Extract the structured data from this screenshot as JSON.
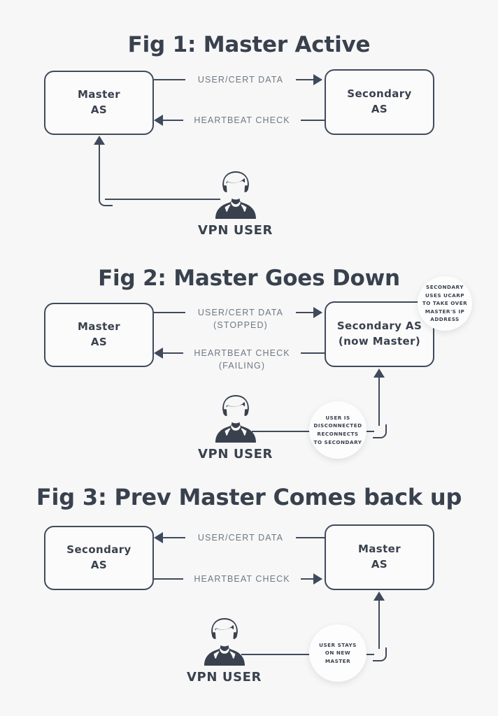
{
  "page": {
    "background": "#f7f7f7",
    "ink": "#39414e",
    "line": "#3f4a5c",
    "label_gray": "#6e7884"
  },
  "figures": [
    {
      "title": "Fig 1: Master Active",
      "left_box": "Master\nAS",
      "right_box": "Secondary\nAS",
      "top_edge_label": "USER/CERT DATA",
      "bottom_edge_label": "HEARTBEAT CHECK",
      "top_edge_direction": "right",
      "bottom_edge_direction": "left",
      "user_label": "VPN USER",
      "user_connects_to": "left_box",
      "bubble": null
    },
    {
      "title": "Fig 2: Master Goes Down",
      "left_box": "Master\nAS",
      "right_box": "Secondary AS\n(now Master)",
      "top_edge_label": "USER/CERT DATA\n(STOPPED)",
      "bottom_edge_label": "HEARTBEAT CHECK\n(FAILING)",
      "top_edge_direction": "right",
      "bottom_edge_direction": "left",
      "user_label": "VPN USER",
      "user_connects_to": "right_box",
      "bubble": "USER IS\nDISCONNECTED\nRECONNECTS\nTO SECONDARY",
      "corner_bubble": "SECONDARY\nUSES UCARP\nTO TAKE OVER\nMASTER'S IP\nADDRESS"
    },
    {
      "title": "Fig 3: Prev Master Comes back up",
      "left_box": "Secondary\nAS",
      "right_box": "Master\nAS",
      "top_edge_label": "USER/CERT DATA",
      "bottom_edge_label": "HEARTBEAT CHECK",
      "top_edge_direction": "left",
      "bottom_edge_direction": "right",
      "user_label": "VPN USER",
      "user_connects_to": "right_box",
      "bubble": "USER STAYS\nON NEW\nMASTER"
    }
  ]
}
